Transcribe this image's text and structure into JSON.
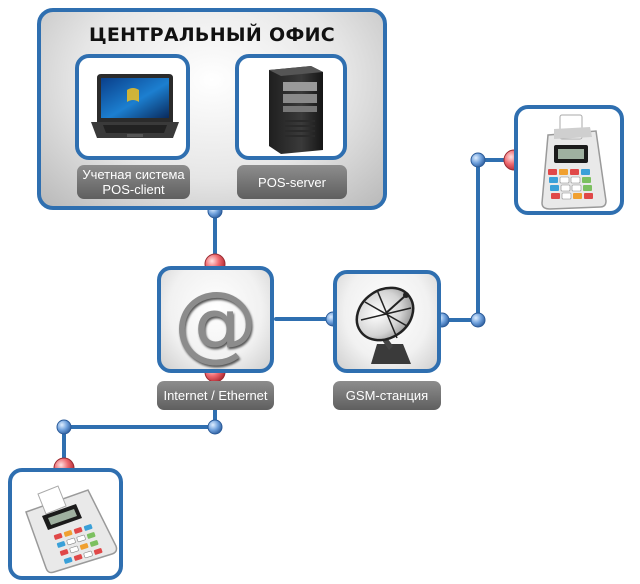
{
  "office": {
    "title": "ЦЕНТРАЛЬНЫЙ ОФИС",
    "client_label_line1": "Учетная система",
    "client_label_line2": "POS-client",
    "server_label": "POS-server"
  },
  "internet": {
    "label": "Internet / Ethernet",
    "glyph": "@"
  },
  "gsm": {
    "label": "GSM-станция"
  },
  "colors": {
    "border": "#2f6fb0",
    "node_blue": "#5b8fd0",
    "node_red": "#e0505a",
    "label_bg": "#6e6e6e"
  },
  "icons": [
    "laptop-icon",
    "server-tower-icon",
    "at-sign-icon",
    "satellite-dish-icon",
    "cash-register-icon"
  ]
}
